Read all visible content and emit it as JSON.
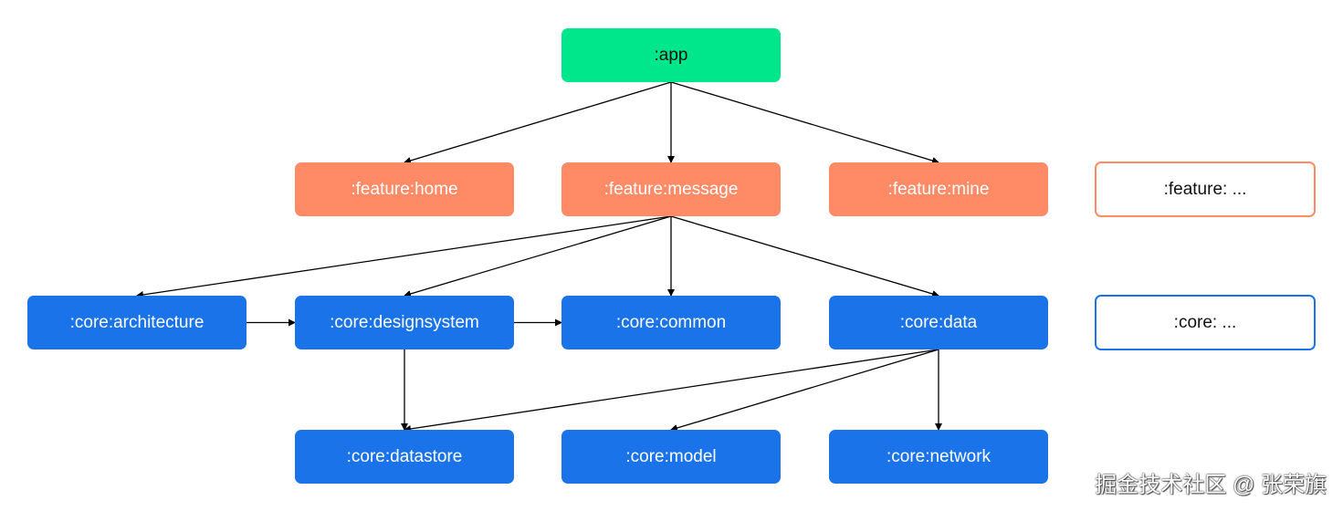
{
  "nodes": {
    "app": ":app",
    "feature_home": ":feature:home",
    "feature_message": ":feature:message",
    "feature_mine": ":feature:mine",
    "feature_more": ":feature: ...",
    "core_architecture": ":core:architecture",
    "core_designsystem": ":core:designsystem",
    "core_common": ":core:common",
    "core_data": ":core:data",
    "core_more": ":core: ...",
    "core_datastore": ":core:datastore",
    "core_model": ":core:model",
    "core_network": ":core:network"
  },
  "edges": [
    [
      "app",
      "feature_home"
    ],
    [
      "app",
      "feature_message"
    ],
    [
      "app",
      "feature_mine"
    ],
    [
      "feature_message",
      "core_architecture"
    ],
    [
      "feature_message",
      "core_designsystem"
    ],
    [
      "feature_message",
      "core_common"
    ],
    [
      "feature_message",
      "core_data"
    ],
    [
      "core_architecture",
      "core_designsystem"
    ],
    [
      "core_designsystem",
      "core_common"
    ],
    [
      "core_designsystem",
      "core_datastore"
    ],
    [
      "core_data",
      "core_datastore"
    ],
    [
      "core_data",
      "core_model"
    ],
    [
      "core_data",
      "core_network"
    ]
  ],
  "colors": {
    "app": "#00e68a",
    "feature": "#ff8a66",
    "core": "#1a73e8",
    "edge": "#000000"
  },
  "watermark": "掘金技术社区 @ 张荣旗"
}
